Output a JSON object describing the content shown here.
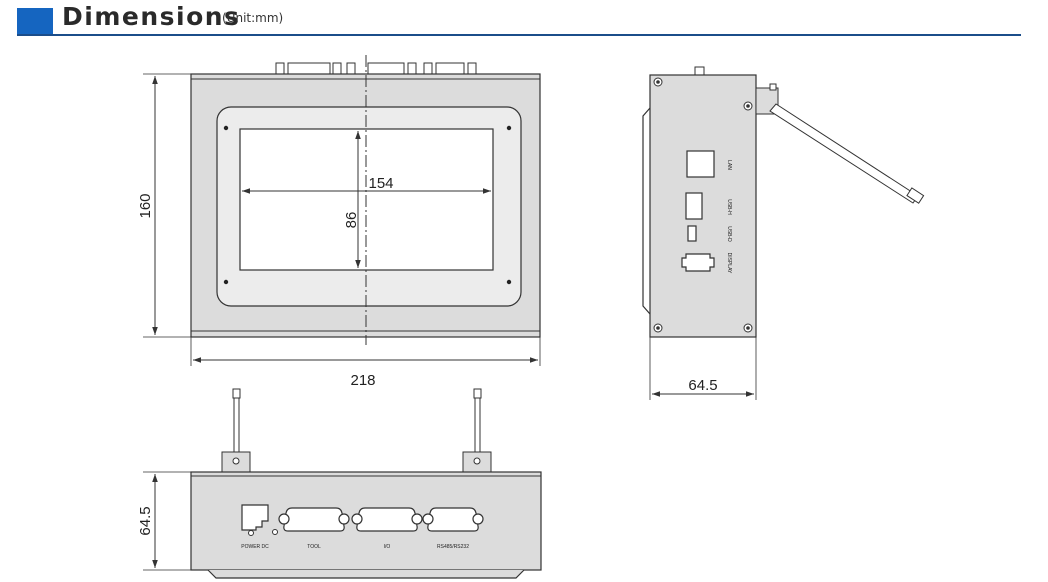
{
  "header": {
    "title": "Dimensions",
    "unit": "(Unit:mm)"
  },
  "dimensions": {
    "height": "160",
    "width": "218",
    "screen_width": "154",
    "screen_height": "86",
    "side_depth": "64.5",
    "bottom_depth": "64.5"
  },
  "side_ports": {
    "lan": "LAN",
    "usb_h": "USB-H",
    "usb_d": "USB-D",
    "display": "DISPLAY"
  },
  "bottom_ports": {
    "power": "POWER DC",
    "tool": "TOOL",
    "io": "I/O",
    "serial": "RS485/RS232"
  },
  "colors": {
    "accent": "#1565c0",
    "rule": "#1b4d8a",
    "panel": "#dcdcdc",
    "line": "#333333"
  }
}
